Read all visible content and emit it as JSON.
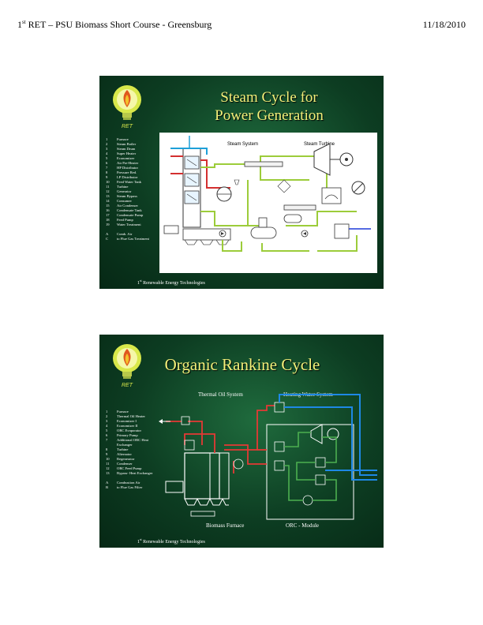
{
  "header": {
    "left_prefix": "1",
    "left_sup": "st",
    "left_text": " RET – PSU Biomass Short Course - Greensburg",
    "date": "11/18/2010"
  },
  "slide1": {
    "title_line1": "Steam Cycle for",
    "title_line2": "Power Generation",
    "logo_text": "RET",
    "diagram_labels": {
      "steam_system": "Steam System",
      "steam_turbine": "Steam Turbine"
    },
    "legend": [
      [
        "1",
        "Furnace"
      ],
      [
        "2",
        "Steam Boiler"
      ],
      [
        "3",
        "Steam Drum"
      ],
      [
        "4",
        "Super Heater"
      ],
      [
        "5",
        "Economizer"
      ],
      [
        "6",
        "Air Pre-Heater"
      ],
      [
        "7",
        "HP Distributor"
      ],
      [
        "8",
        "Pressure Red."
      ],
      [
        "9",
        "LP Distributor"
      ],
      [
        "10",
        "Feed Water Tank"
      ],
      [
        "11",
        "Turbine"
      ],
      [
        "12",
        "Generator"
      ],
      [
        "13",
        "Steam Bypass"
      ],
      [
        "14",
        "Consumer"
      ],
      [
        "15",
        "Air Condenser"
      ],
      [
        "16",
        "Condensate Tank"
      ],
      [
        "17",
        "Condensate Pump"
      ],
      [
        "18",
        "Feed Pump"
      ],
      [
        "19",
        "Water Treatment"
      ]
    ],
    "legend_extra": [
      [
        "A",
        "Comb. Air"
      ],
      [
        "C",
        "to Flue Gas Treatment"
      ]
    ],
    "footer_sup": "st",
    "footer_text": " Renewable Energy Technologies"
  },
  "slide2": {
    "title": "Organic Rankine Cycle",
    "logo_text": "RET",
    "labels": {
      "thermal_oil": "Thermal Oil System",
      "heating_water": "Heating Water System",
      "biomass_furnace": "Biomass Furnace",
      "orc_module": "ORC - Module"
    },
    "legend": [
      [
        "1",
        "Furnace"
      ],
      [
        "2",
        "Thermal Oil Heater"
      ],
      [
        "3",
        "Economizer I"
      ],
      [
        "4",
        "Economizer II"
      ],
      [
        "5",
        "ORC Evaporator"
      ],
      [
        "6",
        "Primary Pump"
      ],
      [
        "7",
        "Additional ORC Heat Exchanger"
      ],
      [
        "8",
        "Turbine"
      ],
      [
        "9",
        "Alternator"
      ],
      [
        "10",
        "Regenerator"
      ],
      [
        "11",
        "Condenser"
      ],
      [
        "12",
        "ORC Feed Pump"
      ],
      [
        "13",
        "Bypass- Heat Exchanger"
      ]
    ],
    "legend_extra": [
      [
        "A",
        "Combustion Air"
      ],
      [
        "B",
        "to Flue Gas Filter"
      ]
    ],
    "footer_sup": "st",
    "footer_text": " Renewable Energy Technologies"
  }
}
